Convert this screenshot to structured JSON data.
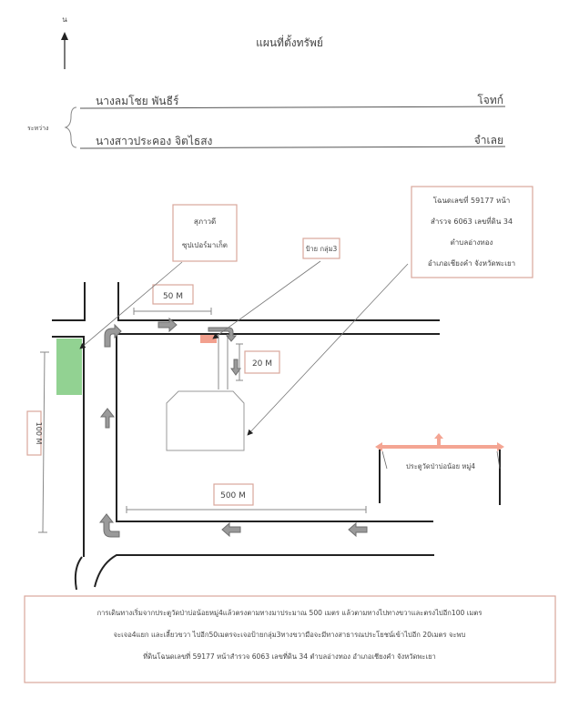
{
  "header": {
    "north_label": "น",
    "title": "แผนที่ตั้งทรัพย์",
    "between_label": "ระหว่าง",
    "parties": [
      {
        "name": "นางลมโชย พันธีร์",
        "role": "โจทก์"
      },
      {
        "name": "นางสาวประคอง จิตไธสง",
        "role": "จำเลย"
      }
    ]
  },
  "map": {
    "landmark_lines": [
      "สุภาวดี",
      "ซุปเปอร์มาเก็ต"
    ],
    "sign_label": "ป้าย กลุ่ม3",
    "property_lines": [
      "โฉนดเลขที่ 59177 หน้า",
      "สำรวจ 6063 เลขที่ดิน 34",
      "ตำบลอ่างทอง",
      "อำเภอเชียงคำ จังหวัดพะเยา"
    ],
    "gate_label": "ประตูวัดป่าบ่อน้อย หมู่4",
    "distances": {
      "d50": "50 M",
      "d20": "20 M",
      "d500": "500 M",
      "d100": "100 M"
    },
    "colors": {
      "landmark": "#7fca7f",
      "sign": "#f2a08e",
      "gate": "#f4a593",
      "box_border": "#d9a79b"
    }
  },
  "directions": [
    "การเดินทางเริ่มจากประตูวัดป่าบ่อน้อยหมู่4แล้วตรงตามทางมาประมาณ 500 เมตร แล้วตามทางไปทางขวาและตรงไปอีก100 เมตร",
    "จะเจอ4แยก และเลี้ยวขวา ไปอีก50เมตรจะเจอป้ายกลุ่ม3ทางขวามือจะมีทางสาธารณประโยชน์เข้าไปอีก 20เมตร จะพบ",
    "ที่ดินโฉนดเลขที่ 59177 หน้าสำรวจ 6063 เลขที่ดิน 34 ตำบลอ่างทอง อำเภอเชียงคำ จังหวัดพะเยา"
  ]
}
